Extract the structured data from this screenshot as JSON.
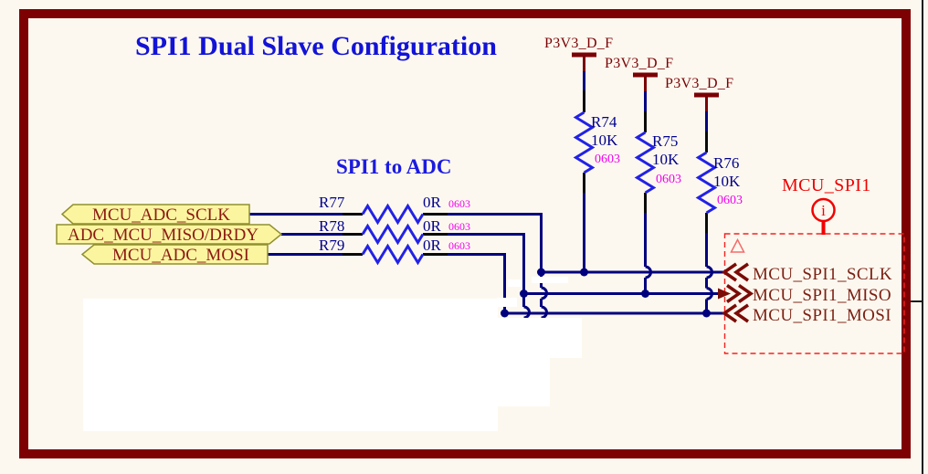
{
  "title": "SPI1 Dual Slave Configuration",
  "section_label": "SPI1 to ADC",
  "colors": {
    "sheet_background": "#fdf8ef",
    "sheet_border": "#7d0102",
    "wire": "#01017e",
    "resistor_body": "#2222e6",
    "power_symbol": "#7a0104",
    "harness": "#7a0b06",
    "harness_accent_red": "#f22121",
    "port_fill": "#fbf5a0",
    "port_border": "#90902f",
    "footprint_text": "#ee00ee",
    "designator_text": "#00008c"
  },
  "power_nets": [
    {
      "name": "P3V3_D_F"
    },
    {
      "name": "P3V3_D_F"
    },
    {
      "name": "P3V3_D_F"
    }
  ],
  "pullup_resistors": [
    {
      "ref": "R74",
      "value": "10K",
      "footprint": "0603"
    },
    {
      "ref": "R75",
      "value": "10K",
      "footprint": "0603"
    },
    {
      "ref": "R76",
      "value": "10K",
      "footprint": "0603"
    }
  ],
  "series_resistors": [
    {
      "ref": "R77",
      "value": "0R",
      "footprint": "0603"
    },
    {
      "ref": "R78",
      "value": "0R",
      "footprint": "0603"
    },
    {
      "ref": "R79",
      "value": "0R",
      "footprint": "0603"
    }
  ],
  "ports": [
    {
      "label": "MCU_ADC_SCLK",
      "arrow": "left"
    },
    {
      "label": "ADC_MCU_MISO/DRDY",
      "arrow": "right"
    },
    {
      "label": "MCU_ADC_MOSI",
      "arrow": "left"
    }
  ],
  "harness": {
    "label": "MCU_SPI1",
    "info_glyph": "i",
    "entries": [
      {
        "label": "MCU_SPI1_SCLK",
        "chevron": "left"
      },
      {
        "label": "MCU_SPI1_MISO",
        "chevron": "right"
      },
      {
        "label": "MCU_SPI1_MOSI",
        "chevron": "left"
      }
    ]
  }
}
